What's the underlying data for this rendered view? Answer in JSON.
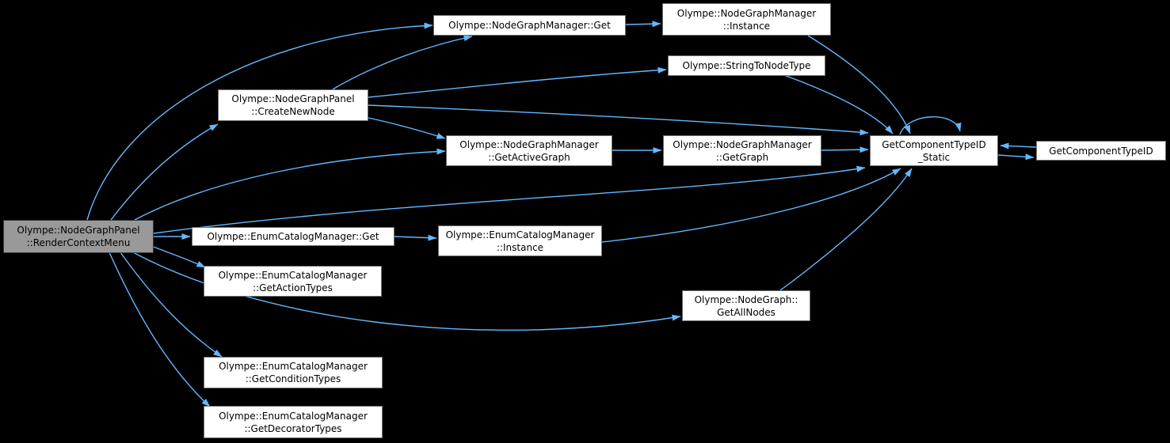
{
  "diagram": {
    "type": "call-graph",
    "background_color": "#000000",
    "edge_color": "#63b8ff",
    "node_fill_color": "#ffffff",
    "node_border_color": "#6e6e6e",
    "highlight_fill_color": "#999999",
    "text_color": "#000000",
    "nodes": {
      "render_context_menu": {
        "line1": "Olympe::NodeGraphPanel",
        "line2": "::RenderContextMenu"
      },
      "nodegraphmanager_get": {
        "line1": "Olympe::NodeGraphManager::Get"
      },
      "nodegraphmanager_instance": {
        "line1": "Olympe::NodeGraphManager",
        "line2": "::Instance"
      },
      "string_to_node_type": {
        "line1": "Olympe::StringToNodeType"
      },
      "create_new_node": {
        "line1": "Olympe::NodeGraphPanel",
        "line2": "::CreateNewNode"
      },
      "get_active_graph": {
        "line1": "Olympe::NodeGraphManager",
        "line2": "::GetActiveGraph"
      },
      "get_graph": {
        "line1": "Olympe::NodeGraphManager",
        "line2": "::GetGraph"
      },
      "get_component_type_id_static": {
        "line1": "GetComponentTypeID",
        "line2": "_Static"
      },
      "get_component_type_id": {
        "line1": "GetComponentTypeID"
      },
      "enumcatalogmanager_get": {
        "line1": "Olympe::EnumCatalogManager::Get"
      },
      "enumcatalogmanager_instance": {
        "line1": "Olympe::EnumCatalogManager",
        "line2": "::Instance"
      },
      "get_action_types": {
        "line1": "Olympe::EnumCatalogManager",
        "line2": "::GetActionTypes"
      },
      "get_all_nodes": {
        "line1": "Olympe::NodeGraph::",
        "line2": "GetAllNodes"
      },
      "get_condition_types": {
        "line1": "Olympe::EnumCatalogManager",
        "line2": "::GetConditionTypes"
      },
      "get_decorator_types": {
        "line1": "Olympe::EnumCatalogManager",
        "line2": "::GetDecoratorTypes"
      }
    }
  }
}
